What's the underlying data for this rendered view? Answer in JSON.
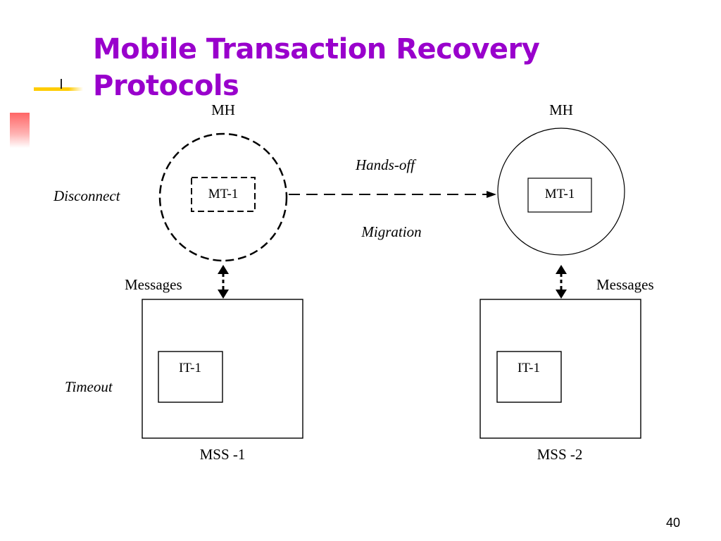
{
  "slide": {
    "title_line1": "Mobile Transaction Recovery",
    "title_line2": "Protocols",
    "page_number": "40"
  },
  "diagram": {
    "left_host_label": "MH",
    "right_host_label": "MH",
    "left_transaction": "MT-1",
    "right_transaction": "MT-1",
    "disconnect_label": "Disconnect",
    "handoff_label": "Hands-off",
    "migration_label": "Migration",
    "left_messages_label": "Messages",
    "right_messages_label": "Messages",
    "timeout_label": "Timeout",
    "left_inner_transaction": "IT-1",
    "right_inner_transaction": "IT-1",
    "left_station_label": "MSS -1",
    "right_station_label": "MSS -2"
  }
}
